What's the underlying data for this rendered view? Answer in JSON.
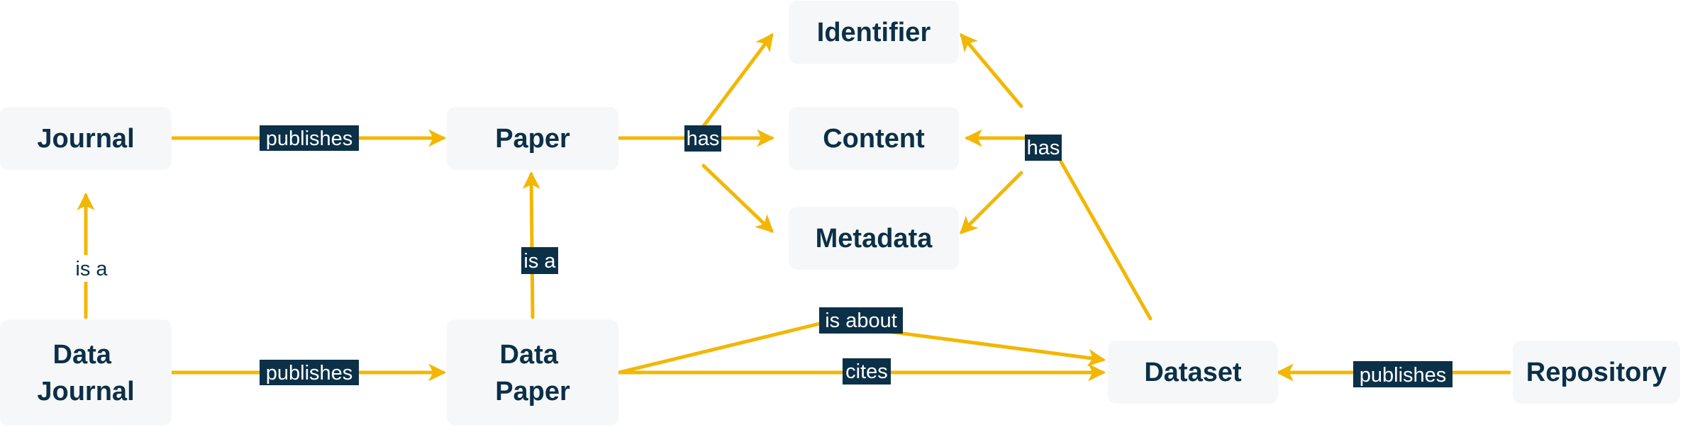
{
  "colors": {
    "node_fill": "#f6f7f8",
    "node_text": "#0b3048",
    "edge": "#f2b705",
    "edge_label_bg": "#0b3048",
    "edge_label_text": "#ffffff"
  },
  "nodes": {
    "journal": {
      "label": "Journal"
    },
    "data_journal": {
      "lines": [
        "Data",
        "Journal"
      ]
    },
    "paper": {
      "label": "Paper"
    },
    "data_paper": {
      "lines": [
        "Data",
        "Paper"
      ]
    },
    "identifier": {
      "label": "Identifier"
    },
    "content": {
      "label": "Content"
    },
    "metadata": {
      "label": "Metadata"
    },
    "dataset": {
      "label": "Dataset"
    },
    "repository": {
      "label": "Repository"
    }
  },
  "edges": {
    "journal_publishes_paper": "publishes",
    "datajournal_publishes_datapaper": "publishes",
    "datajournal_is_a_journal": "is a",
    "datapaper_is_a_paper": "is a",
    "paper_has": "has",
    "dataset_has": "has",
    "datapaper_is_about_dataset": "is about",
    "datapaper_cites_dataset": "cites",
    "repository_publishes_dataset": "publishes"
  }
}
